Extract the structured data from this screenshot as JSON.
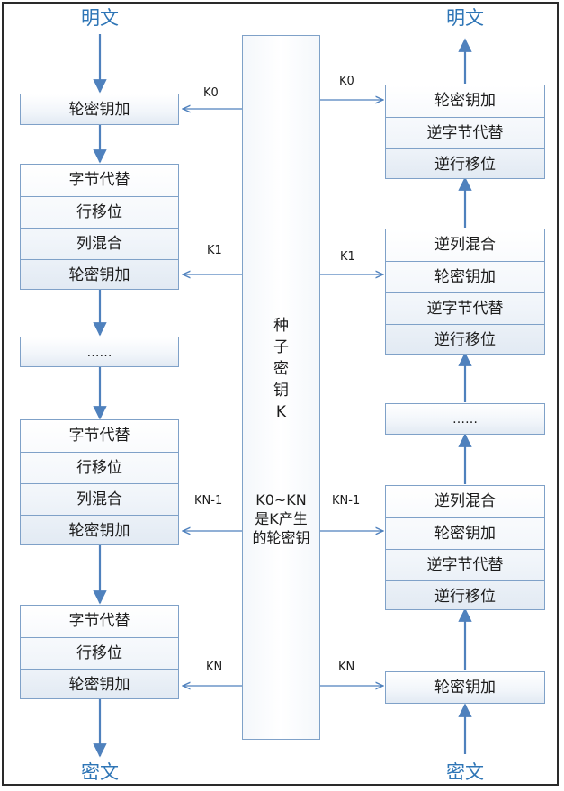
{
  "encrypt": {
    "input": "明文",
    "output": "密文",
    "round0": [
      "轮密钥加"
    ],
    "round1": [
      "字节代替",
      "行移位",
      "列混合",
      "轮密钥加"
    ],
    "ellipsis": "……",
    "roundN1": [
      "字节代替",
      "行移位",
      "列混合",
      "轮密钥加"
    ],
    "roundN": [
      "字节代替",
      "行移位",
      "轮密钥加"
    ]
  },
  "decrypt": {
    "input": "密文",
    "output": "明文",
    "roundTop": [
      "轮密钥加",
      "逆字节代替",
      "逆行移位"
    ],
    "round1": [
      "逆列混合",
      "轮密钥加",
      "逆字节代替",
      "逆行移位"
    ],
    "ellipsis": "……",
    "roundN1": [
      "逆列混合",
      "轮密钥加",
      "逆字节代替",
      "逆行移位"
    ],
    "roundN": [
      "轮密钥加"
    ]
  },
  "keys": {
    "k0": "K0",
    "k1": "K1",
    "kn1": "KN-1",
    "kn": "KN"
  },
  "center": {
    "seed_key_lines": [
      "种",
      "子",
      "密",
      "钥",
      "K"
    ],
    "note_lines": [
      "K0~KN",
      "是K产生",
      "的轮密钥"
    ]
  },
  "colors": {
    "arrow": "#4f81bd",
    "box_border": "#7fa1c8",
    "end_text": "#2e75b6"
  }
}
